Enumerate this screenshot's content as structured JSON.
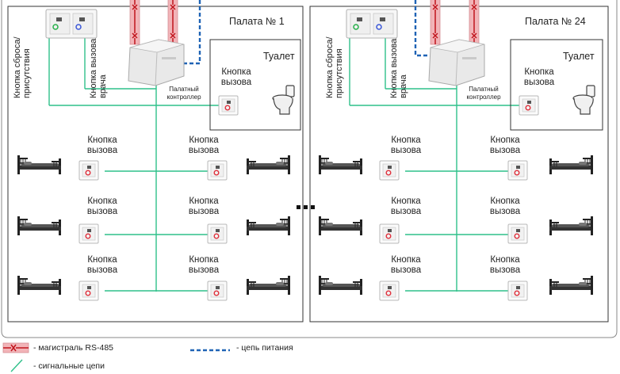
{
  "wards": [
    {
      "title": "Палата № 1",
      "reset_button_label": "Кнопка сброса/ присутствия",
      "doctor_button_label": "Кнопка вызова врача",
      "toilet_title": "Туалет",
      "toilet_call_label": "Кнопка вызова",
      "controller_label": "Палатный контроллер",
      "call_labels": [
        "Кнопка вызова",
        "Кнопка вызова",
        "Кнопка вызова",
        "Кнопка вызова",
        "Кнопка вызова",
        "Кнопка вызова"
      ]
    },
    {
      "title": "Палата № 24",
      "reset_button_label": "Кнопка сброса/ присутствия",
      "doctor_button_label": "Кнопка вызова врача",
      "toilet_title": "Туалет",
      "toilet_call_label": "Кнопка вызова",
      "controller_label": "Палатный контроллер",
      "call_labels": [
        "Кнопка вызова",
        "Кнопка вызова",
        "Кнопка вызова",
        "Кнопка вызова",
        "Кнопка вызова",
        "Кнопка вызова"
      ]
    }
  ],
  "ellipsis": "...",
  "legend": {
    "rs485": "- магистраль RS-485",
    "power": "- цепь питания",
    "signal": "- сигнальные цепи"
  },
  "colors": {
    "signal": "#2fc08a",
    "power": "#1f63b5",
    "rs485_fill": "#f2b4b8",
    "rs485_line": "#c0141c",
    "ward_border": "#333333",
    "outer_border": "#777777"
  }
}
